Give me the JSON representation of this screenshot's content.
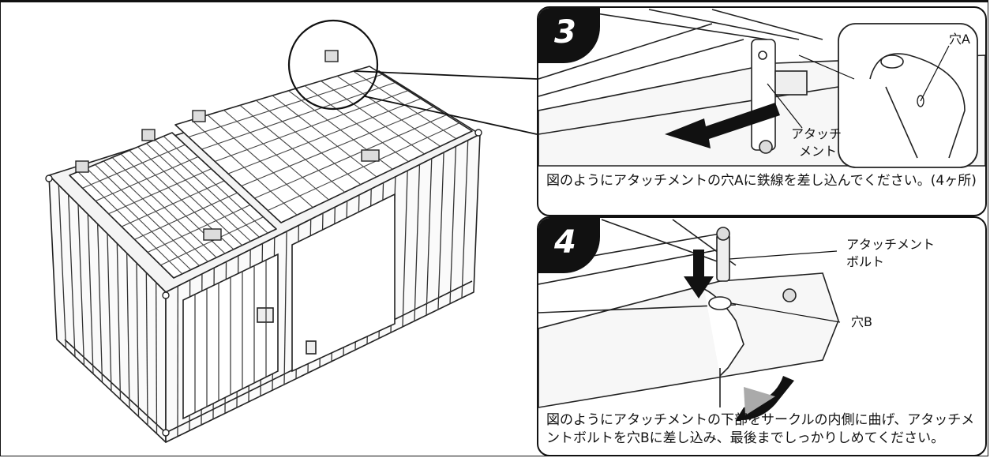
{
  "step3": {
    "number": "3",
    "label_hole_a": "穴A",
    "label_attachment_line1": "アタッチ",
    "label_attachment_line2": "メント",
    "caption": "図のようにアタッチメントの穴Aに鉄線を差し込んでください。(4ヶ所)"
  },
  "step4": {
    "number": "4",
    "label_bolt_line1": "アタッチメント",
    "label_bolt_line2": "ボルト",
    "label_hole_b": "穴B",
    "caption": "図のようにアタッチメントの下部をサークルの内側に曲げ、アタッチメントボルトを穴Bに差し込み、最後までしっかりしめてください。"
  }
}
